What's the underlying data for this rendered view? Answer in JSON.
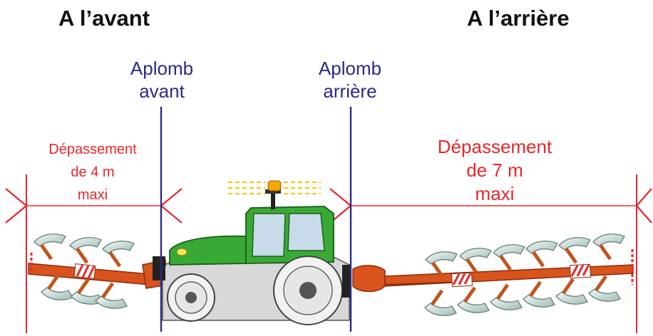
{
  "headings": {
    "front": "A l’avant",
    "rear": "A l’arrière"
  },
  "plumb_lines": {
    "front": [
      "Aplomb",
      "avant"
    ],
    "rear": [
      "Aplomb",
      "arrière"
    ]
  },
  "overhang": {
    "front": [
      "Dépassement",
      "de 4 m",
      "maxi"
    ],
    "rear": [
      "Dépassement",
      "de 7 m",
      "maxi"
    ]
  },
  "colors": {
    "plumb_line": "#2b2a86",
    "limit": "#e8262a",
    "tractor_body": "#39a935",
    "implement_frame": "#d9531c",
    "beacon": "#f7a600",
    "ploughshare": "#cfe3df"
  },
  "icons": [
    "tractor-icon",
    "front-plough-icon",
    "rear-plough-icon",
    "rotating-beacon-icon"
  ]
}
